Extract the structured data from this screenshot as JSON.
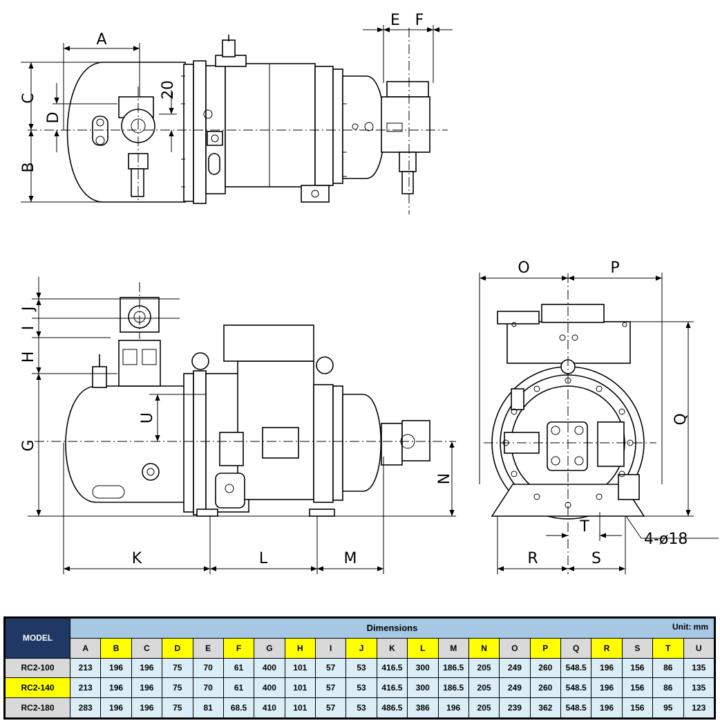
{
  "labels": {
    "top": [
      "A",
      "C",
      "D",
      "B",
      "20",
      "E",
      "F"
    ],
    "side": [
      "J",
      "I",
      "H",
      "G",
      "U",
      "N",
      "K",
      "L",
      "M"
    ],
    "end": [
      "O",
      "P",
      "Q",
      "R",
      "T",
      "S",
      "4-ø18"
    ]
  },
  "table": {
    "model_header": "MODEL",
    "dimensions_header": "Dimensions",
    "unit": "Unit: mm",
    "columns": [
      "A",
      "B",
      "C",
      "D",
      "E",
      "F",
      "G",
      "H",
      "I",
      "J",
      "K",
      "L",
      "M",
      "N",
      "O",
      "P",
      "Q",
      "R",
      "S",
      "T",
      "U"
    ],
    "rows": [
      {
        "model": "RC2-100",
        "values": [
          "213",
          "196",
          "196",
          "75",
          "70",
          "61",
          "400",
          "101",
          "57",
          "53",
          "416.5",
          "300",
          "186.5",
          "205",
          "249",
          "260",
          "548.5",
          "196",
          "156",
          "86",
          "135"
        ]
      },
      {
        "model": "RC2-140",
        "values": [
          "213",
          "196",
          "196",
          "75",
          "70",
          "61",
          "400",
          "101",
          "57",
          "53",
          "416.5",
          "300",
          "186.5",
          "205",
          "249",
          "260",
          "548.5",
          "196",
          "156",
          "86",
          "135"
        ]
      },
      {
        "model": "RC2-180",
        "values": [
          "283",
          "196",
          "196",
          "75",
          "81",
          "68.5",
          "410",
          "101",
          "57",
          "53",
          "486.5",
          "386",
          "196",
          "205",
          "239",
          "362",
          "548.5",
          "196",
          "156",
          "95",
          "123"
        ]
      }
    ]
  }
}
